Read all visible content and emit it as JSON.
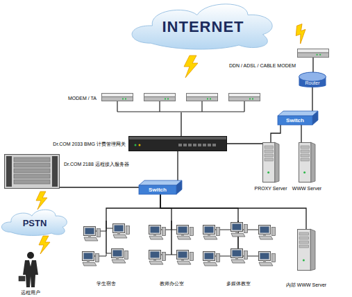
{
  "diagram": {
    "nodes": [
      {
        "text": [
          "INTERNET"
        ]
      },
      {
        "text": [
          "DDN / ADSL / CABLE MODEM"
        ]
      },
      {
        "text": [
          "MODEM / TA"
        ]
      },
      {
        "text": [
          "Router"
        ]
      },
      {
        "text": [
          "Switch"
        ]
      },
      {
        "text": [
          "Dr.COM 2033 BMG 计费管理网关"
        ]
      },
      {
        "text": [
          "Dr.COM 2188 远程接入服务器"
        ]
      },
      {
        "text": [
          "PROXY Server"
        ]
      },
      {
        "text": [
          "WWW Server"
        ]
      },
      {
        "text": [
          "Switch"
        ]
      },
      {
        "text": [
          "PSTN"
        ]
      },
      {
        "text": [
          "学生宿舍"
        ]
      },
      {
        "text": [
          "教师办公室"
        ]
      },
      {
        "text": [
          "多媒体教室"
        ]
      },
      {
        "text": [
          "内部 WWW Server"
        ]
      },
      {
        "text": [
          "远程用户"
        ]
      }
    ],
    "edges": [
      {
        "from": 1,
        "to": 3,
        "arrow": "none"
      },
      {
        "from": 3,
        "to": 4,
        "arrow": "none"
      },
      {
        "from": 4,
        "to": 7,
        "arrow": "none"
      },
      {
        "from": 4,
        "to": 8,
        "arrow": "none"
      },
      {
        "from": 5,
        "to": 7,
        "arrow": "none"
      },
      {
        "from": 2,
        "to": 5,
        "arrow": "none"
      },
      {
        "from": 5,
        "to": 9,
        "arrow": "none"
      },
      {
        "from": 6,
        "to": 9,
        "arrow": "none"
      },
      {
        "from": 9,
        "to": 11,
        "arrow": "none"
      },
      {
        "from": 9,
        "to": 12,
        "arrow": "none"
      },
      {
        "from": 9,
        "to": 13,
        "arrow": "none"
      },
      {
        "from": 9,
        "to": 14,
        "arrow": "none"
      }
    ]
  }
}
